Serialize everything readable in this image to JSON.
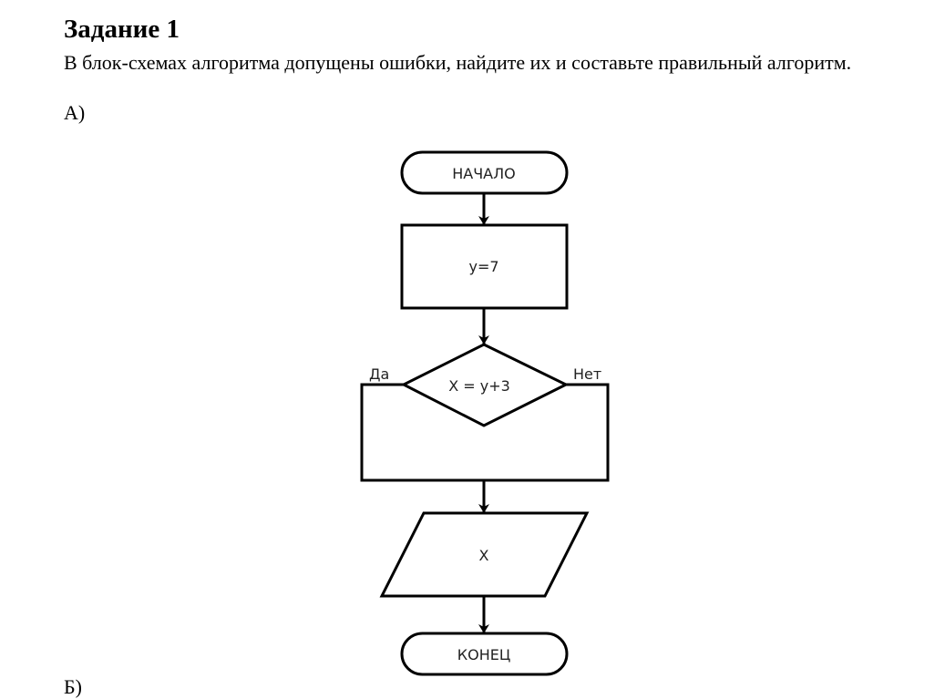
{
  "task": {
    "title": "Задание 1",
    "text": "В блок-схемах алгоритма допущены ошибки, найдите их и составьте правильный алгоритм.",
    "part_a": "А)",
    "part_b": "Б)"
  },
  "flowchart": {
    "start": "НАЧАЛО",
    "assign": "y=7",
    "condition": "X = y+3",
    "yes": "Да",
    "no": "Нет",
    "output": "X",
    "end": "КОНЕЦ"
  }
}
